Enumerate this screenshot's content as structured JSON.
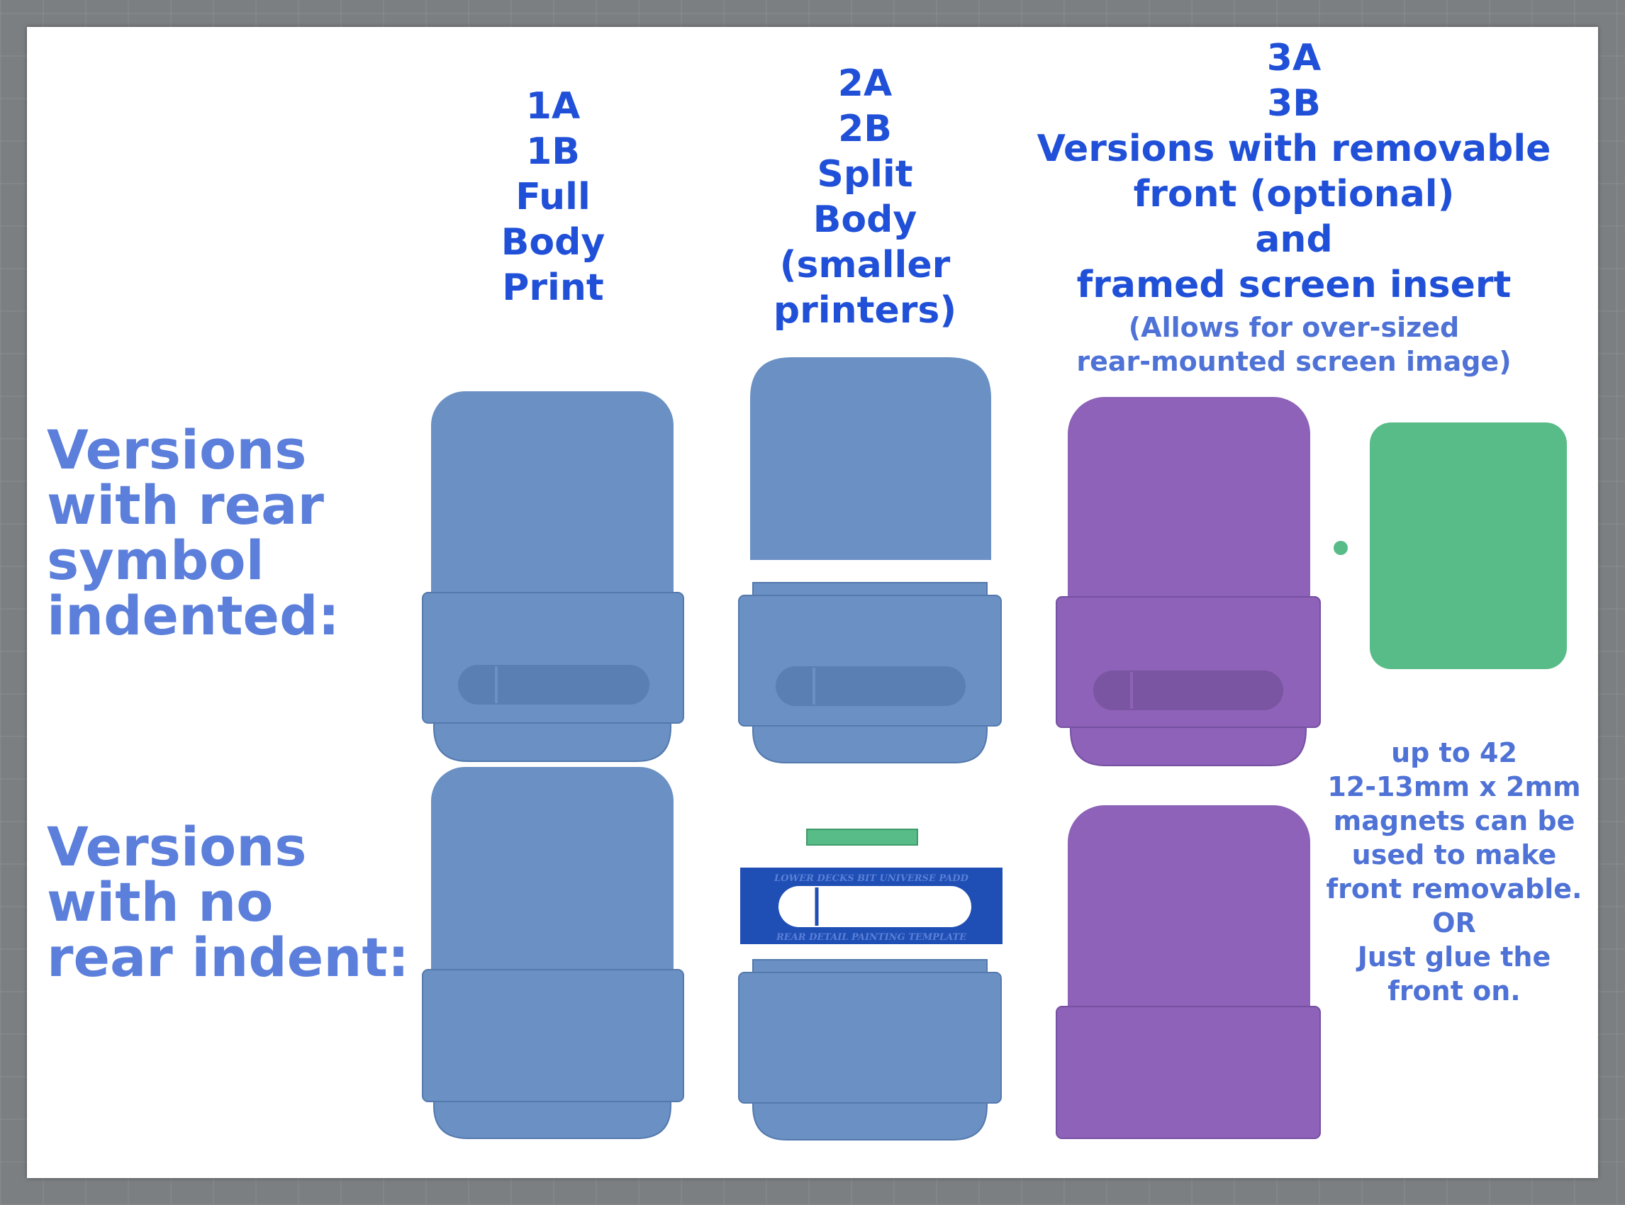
{
  "headers": {
    "col1": [
      "1A",
      "1B",
      "Full",
      "Body",
      "Print"
    ],
    "col2": [
      "2A",
      "2B",
      "Split",
      "Body",
      "(smaller",
      "printers)"
    ],
    "col3": [
      "3A",
      "3B",
      "Versions with removable",
      "front (optional)",
      "and",
      "framed screen insert"
    ],
    "col3_note": [
      "(Allows for over-sized",
      "rear-mounted screen image)"
    ]
  },
  "row_labels": {
    "row1": [
      "Versions",
      "with rear",
      "symbol",
      "indented:"
    ],
    "row2": [
      "Versions",
      "with no",
      "rear indent:"
    ]
  },
  "magnet_note": [
    "up to 42",
    "12-13mm x 2mm",
    "magnets can be",
    "used to make",
    "front removable.",
    "OR",
    "Just glue the",
    "front on."
  ],
  "template_text": {
    "top": "LOWER DECKS BIT UNIVERSE PADD",
    "bottom": "REAR DETAIL PAINTING TEMPLATE"
  },
  "colors": {
    "blue_part": "#6a90c4",
    "blue_part_dark": "#5479ad",
    "purple_part": "#8d62b8",
    "purple_part_dark": "#7650a2",
    "green_part": "#58bc88",
    "template_blue": "#1f4fb4",
    "header_blue": "#2050d8",
    "label_blue": "#5b7fdb"
  }
}
